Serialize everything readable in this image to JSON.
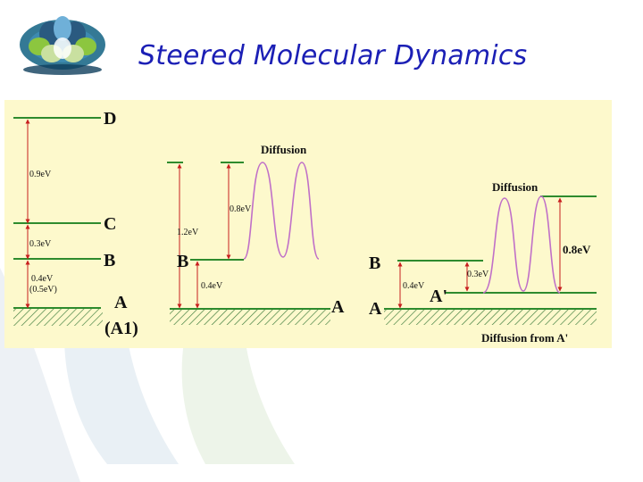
{
  "slide": {
    "title": "Steered Molecular Dynamics"
  },
  "colors": {
    "title": "#1b1fb5",
    "panel_background": "#fdf9cc",
    "level_line": "#2e8b2e",
    "arrow": "#c81e1e",
    "wave": "#c070c8",
    "hatch": "#3a7a3a"
  },
  "diagram": {
    "panel1": {
      "level_d": "D",
      "level_c": "C",
      "level_b": "B",
      "level_a": "A",
      "level_a_alt": "(A1)",
      "energy_d": "0.9eV",
      "energy_c": "0.3eV",
      "energy_b": "0.4eV",
      "energy_b_alt": "(0.5eV)"
    },
    "panel2": {
      "diffusion_label": "Diffusion",
      "energy_barrier": "1.2eV",
      "energy_diffusion": "0.8eV",
      "level_b": "B",
      "energy_b": "0.4eV",
      "level_a": "A"
    },
    "panel3": {
      "level_b": "B",
      "level_a": "A",
      "energy_b": "0.4eV",
      "level_a_prime": "A'",
      "energy_a_prime": "0.3eV",
      "diffusion_label": "Diffusion",
      "energy_diffusion": "0.8eV",
      "footer": "Diffusion from A'"
    }
  }
}
